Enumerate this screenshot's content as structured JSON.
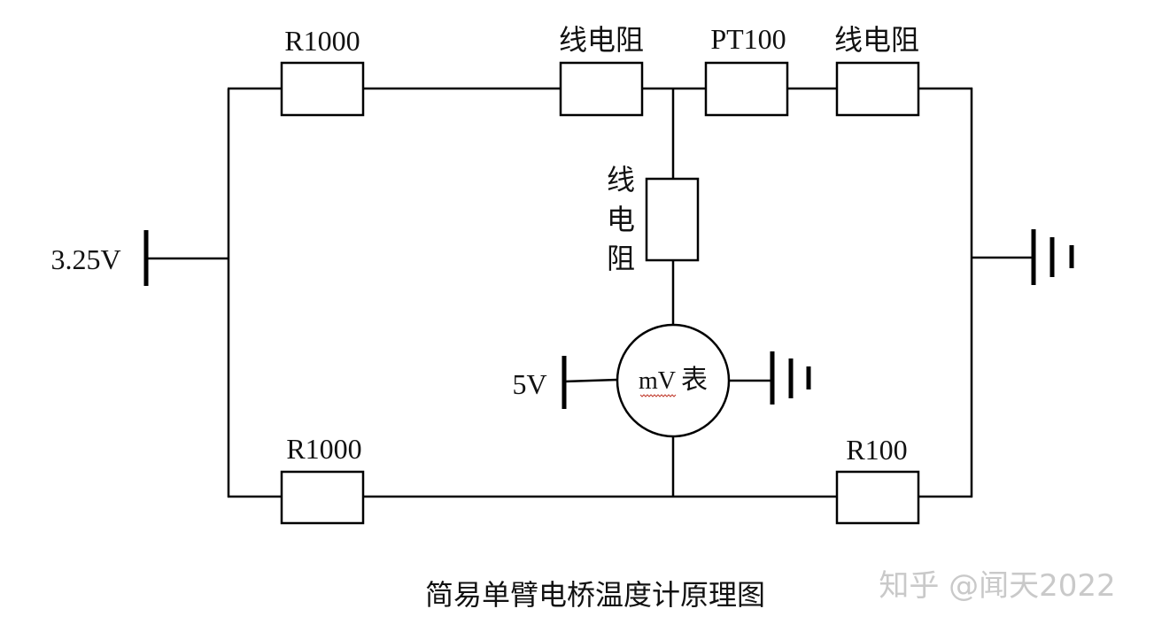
{
  "diagram": {
    "title": "简易单臂电桥温度计原理图",
    "watermark": "知乎 @闻天2022",
    "colors": {
      "wire": "#000000",
      "pt100_fill": "#41314f",
      "resistor_fill": "#ffffff",
      "watermark": "#c9c9c9"
    },
    "components": {
      "top_left_resistor": {
        "label": "R1000"
      },
      "top_line_resistor_left": {
        "label": "线电阻"
      },
      "pt100_sensor": {
        "label": "PT100"
      },
      "top_line_resistor_right": {
        "label": "线电阻"
      },
      "vertical_line_resistor": {
        "label_chars": [
          "线",
          "电",
          "阻"
        ]
      },
      "bottom_left_resistor": {
        "label": "R1000"
      },
      "bottom_right_resistor": {
        "label": "R100"
      },
      "meter": {
        "label_unit": "mV",
        "label_text": "表"
      },
      "bridge_supply": {
        "label": "3.25V"
      },
      "meter_supply": {
        "label": "5V"
      }
    },
    "grounds": [
      "bridge-ground",
      "meter-ground"
    ]
  }
}
